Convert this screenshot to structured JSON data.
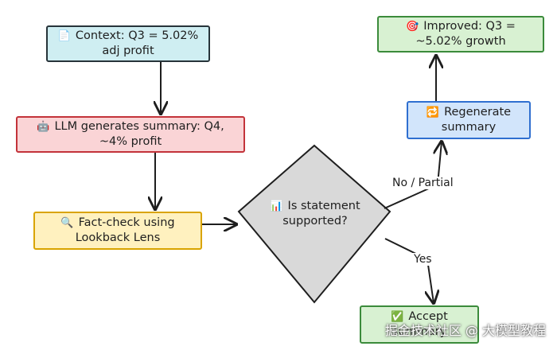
{
  "nodes": {
    "context": {
      "emoji": "📄",
      "text": "Context: Q3 = 5.02% adj profit"
    },
    "llm": {
      "emoji": "🤖",
      "text": "LLM generates summary: Q4, ~4% profit"
    },
    "factcheck": {
      "emoji": "🔍",
      "text": "Fact-check using Lookback Lens"
    },
    "decision": {
      "emoji": "📊",
      "text": "Is statement supported?"
    },
    "regenerate": {
      "emoji": "🔁",
      "text": "Regenerate summary"
    },
    "improved": {
      "emoji": "🎯",
      "text": "Improved: Q3 = ~5.02% growth"
    },
    "accept": {
      "emoji": "✅",
      "text": "Accept summary"
    }
  },
  "edges": {
    "no_partial": "No / Partial",
    "yes": "Yes"
  },
  "watermark": "掘金技术社区 @ 大模型教程",
  "colors": {
    "context_fill": "#cfeef2",
    "llm_fill": "#fad4d6",
    "llm_stroke": "#c3333a",
    "factcheck_fill": "#fff1bf",
    "factcheck_stroke": "#d9a400",
    "decision_fill": "#d9d9d9",
    "regenerate_fill": "#d2e5fb",
    "regenerate_stroke": "#2f6fd0",
    "improved_fill": "#d8f1d2",
    "improved_stroke": "#3b8b3b"
  }
}
